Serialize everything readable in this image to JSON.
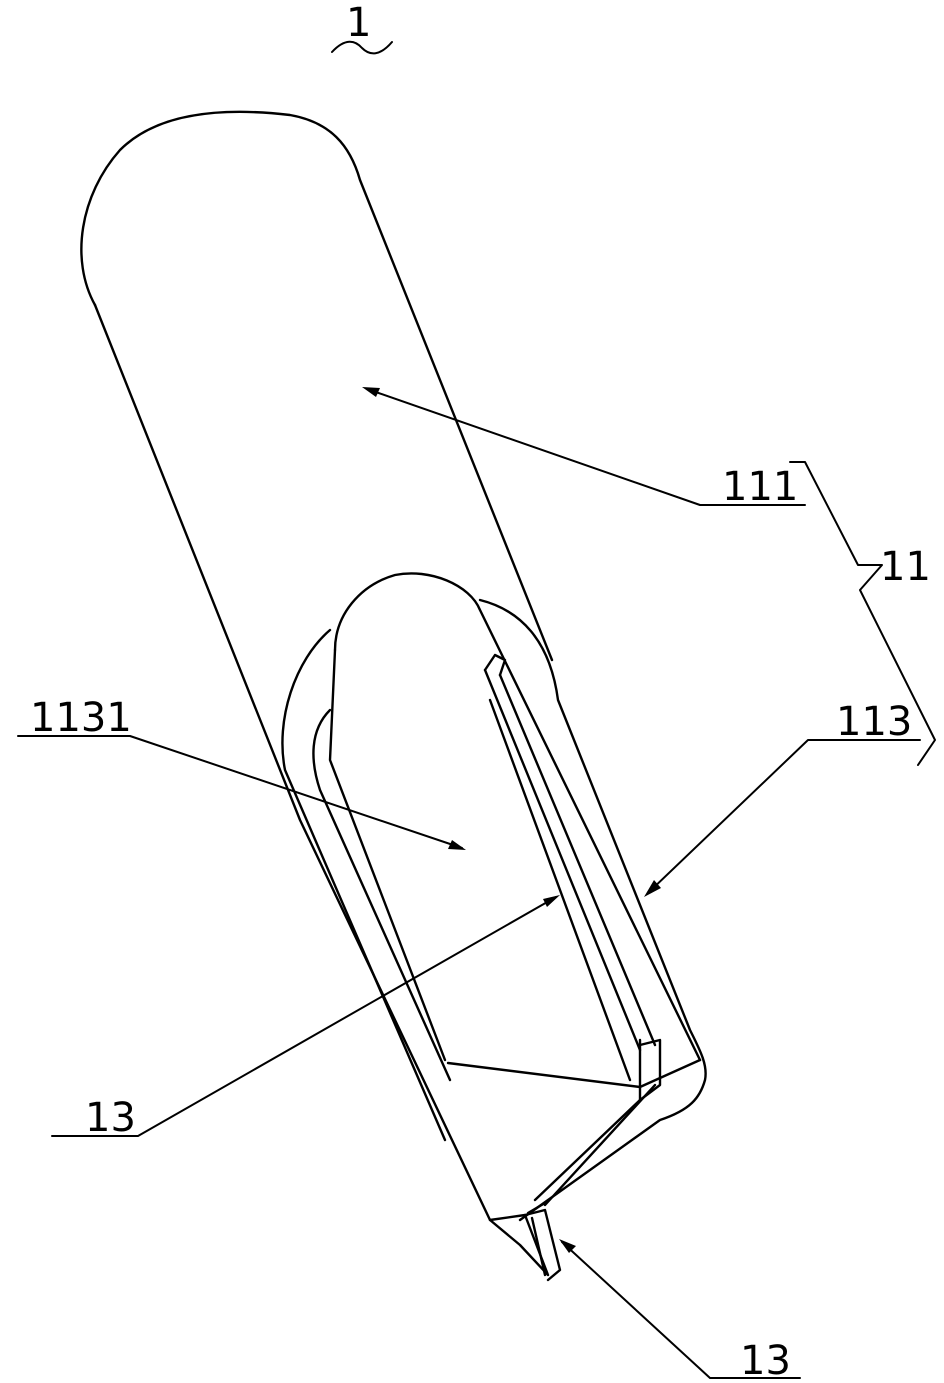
{
  "labels": {
    "assembly": "1",
    "main_body": "111",
    "group": "11",
    "side_face": "113",
    "recess": "1131",
    "blade_middle": "13",
    "blade_tip": "13"
  },
  "colors": {
    "line": "#000000",
    "background": "#ffffff"
  }
}
